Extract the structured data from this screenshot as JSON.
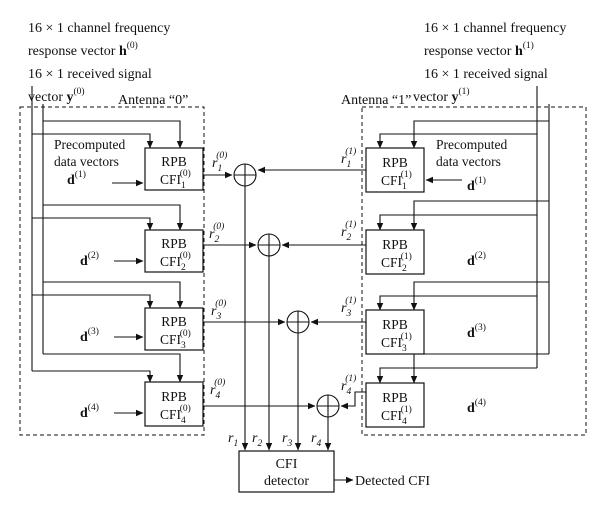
{
  "left_input": {
    "line1": "16 × 1 channel frequency",
    "line2_prefix": "response vector ",
    "line2_vec": "h",
    "line2_sup": "(0)",
    "line3": "16 × 1 received signal",
    "line4_prefix": "vector ",
    "line4_vec": "y",
    "line4_sup": "(0)"
  },
  "right_input": {
    "line1": "16 × 1 channel frequency",
    "line2_prefix": "response vector ",
    "line2_vec": "h",
    "line2_sup": "(1)",
    "line3": "16 × 1 received signal",
    "line4_prefix": "vector ",
    "line4_vec": "y",
    "line4_sup": "(1)"
  },
  "antenna0_label": "Antenna “0”",
  "antenna1_label": "Antenna “1”",
  "precomputed_line1": "Precomputed",
  "precomputed_line2": "data vectors",
  "rpb_label": "RPB",
  "cfi_label": "CFI",
  "d_vec": "d",
  "r_sym": "r",
  "left_blocks": [
    {
      "cfi_sub": "1",
      "cfi_sup": "(0)",
      "r_sub": "1",
      "r_sup": "(0)",
      "d_sup": "(1)"
    },
    {
      "cfi_sub": "2",
      "cfi_sup": "(0)",
      "r_sub": "2",
      "r_sup": "(0)",
      "d_sup": "(2)"
    },
    {
      "cfi_sub": "3",
      "cfi_sup": "(0)",
      "r_sub": "3",
      "r_sup": "(0)",
      "d_sup": "(3)"
    },
    {
      "cfi_sub": "4",
      "cfi_sup": "(0)",
      "r_sub": "4",
      "r_sup": "(0)",
      "d_sup": "(4)"
    }
  ],
  "right_blocks": [
    {
      "cfi_sub": "1",
      "cfi_sup": "(1)",
      "r_sub": "1",
      "r_sup": "(1)",
      "d_sup": "(1)"
    },
    {
      "cfi_sub": "2",
      "cfi_sup": "(1)",
      "r_sub": "2",
      "r_sup": "(1)",
      "d_sup": "(2)"
    },
    {
      "cfi_sub": "3",
      "cfi_sup": "(1)",
      "r_sub": "3",
      "r_sup": "(1)",
      "d_sup": "(3)"
    },
    {
      "cfi_sub": "4",
      "cfi_sup": "(1)",
      "r_sub": "4",
      "r_sup": "(1)",
      "d_sup": "(4)"
    }
  ],
  "sum_outputs": [
    {
      "sub": "1"
    },
    {
      "sub": "2"
    },
    {
      "sub": "3"
    },
    {
      "sub": "4"
    }
  ],
  "detector_line1": "CFI",
  "detector_line2": "detector",
  "output_label": "Detected CFI"
}
